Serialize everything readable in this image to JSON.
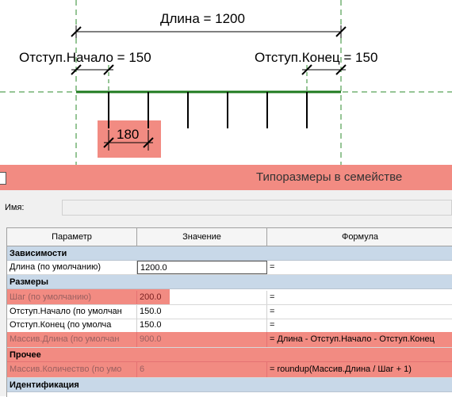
{
  "drawing": {
    "dim_total": "Длина = 1200",
    "dim_start": "Отступ.Начало = 150",
    "dim_end": "Отступ.Конец = 150",
    "dim_step": "180",
    "colors": {
      "guide": "#2e8b2e",
      "beam": "#1f7a1f",
      "highlight": "#f28b82"
    }
  },
  "dialog": {
    "title": "Типоразмеры в семействе",
    "name_label": "Имя:",
    "name_value": "",
    "columns": [
      "Параметр",
      "Значение",
      "Формула"
    ],
    "groups": [
      {
        "label": "Зависимости",
        "highlighted": false,
        "rows": [
          {
            "param": "Длина (по умолчанию)",
            "value": "1200.0",
            "formula": "=",
            "highlighted": false,
            "readonly": false
          }
        ]
      },
      {
        "label": "Размеры",
        "highlighted": false,
        "rows": [
          {
            "param": "Шаг (по умолчанию)",
            "value": "200.0",
            "formula": "=",
            "highlighted": true,
            "readonly": false
          },
          {
            "param": "Отступ.Начало (по умолчан",
            "value": "150.0",
            "formula": "=",
            "highlighted": false,
            "readonly": false
          },
          {
            "param": "Отступ.Конец (по умолча",
            "value": "150.0",
            "formula": "=",
            "highlighted": false,
            "readonly": false
          },
          {
            "param": "Массив.Длина (по умолчан",
            "value": "900.0",
            "formula": "= Длина - Отступ.Начало - Отступ.Конец",
            "highlighted": true,
            "readonly": true
          }
        ]
      },
      {
        "label": "Прочее",
        "highlighted": true,
        "rows": [
          {
            "param": "Массив.Количество (по умо",
            "value": "6",
            "formula": "= roundup(Массив.Длина / Шаг + 1)",
            "highlighted": true,
            "readonly": true
          }
        ]
      },
      {
        "label": "Идентификация",
        "highlighted": false,
        "rows": []
      }
    ]
  }
}
